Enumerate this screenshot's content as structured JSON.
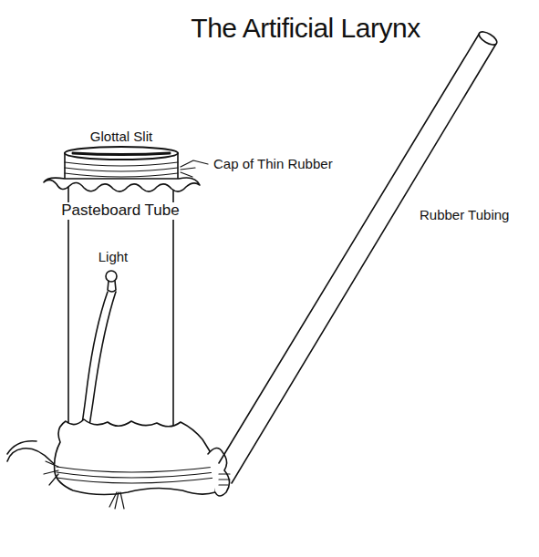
{
  "diagram": {
    "title": "The Artificial Larynx",
    "labels": [
      "Glottal Slit",
      "Cap of Thin Rubber",
      "Pasteboard Tube",
      "Light",
      "Rubber Tubing"
    ]
  }
}
